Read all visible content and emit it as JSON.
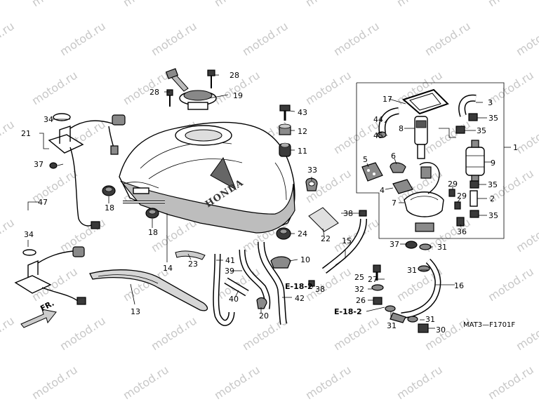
{
  "watermark": "motod.ru",
  "diagram_code": "MAT3—F1701F",
  "brand": "HONDA",
  "front_label": "FR.",
  "reference_labels": [
    "E-18-2",
    "E-18-2"
  ],
  "callouts": [
    "1",
    "3",
    "4",
    "5",
    "6",
    "7",
    "8",
    "9",
    "10",
    "11",
    "12",
    "13",
    "14",
    "15",
    "16",
    "17",
    "18",
    "18",
    "19",
    "20",
    "21",
    "22",
    "23",
    "24",
    "25",
    "26",
    "27",
    "28",
    "28",
    "29",
    "29",
    "30",
    "31",
    "31",
    "31",
    "31",
    "32",
    "33",
    "34",
    "34",
    "35",
    "35",
    "35",
    "35",
    "36",
    "37",
    "37",
    "38",
    "38",
    "39",
    "40",
    "41",
    "42",
    "43",
    "44",
    "45",
    "47",
    "2"
  ]
}
